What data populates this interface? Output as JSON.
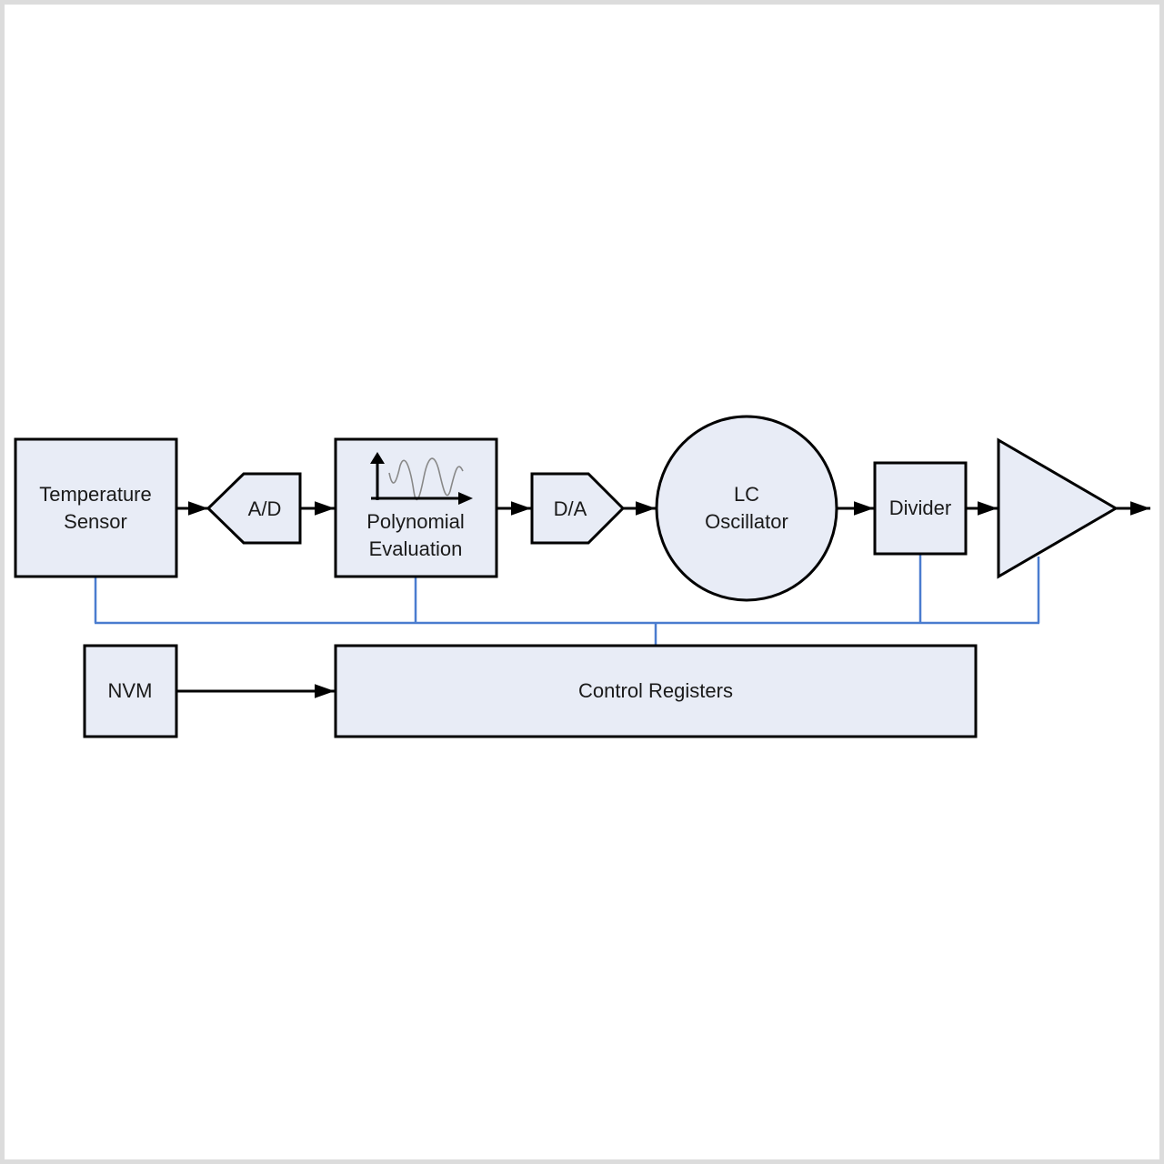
{
  "diagram": {
    "colors": {
      "block_fill": "#e8ecf6",
      "stroke": "#000000",
      "bus": "#4a7ccf",
      "frame_border": "#dcdcdc"
    },
    "blocks": {
      "temperature_sensor": [
        "Temperature",
        "Sensor"
      ],
      "adc": "A/D",
      "polynomial_evaluation": [
        "Polynomial",
        "Evaluation"
      ],
      "dac": "D/A",
      "lc_oscillator": [
        "LC",
        "Oscillator"
      ],
      "divider": "Divider",
      "amplifier": "",
      "nvm": "NVM",
      "control_registers": "Control Registers"
    },
    "signal_flow": [
      "Temperature Sensor",
      "A/D",
      "Polynomial Evaluation",
      "D/A",
      "LC Oscillator",
      "Divider",
      "Amplifier",
      "Output"
    ],
    "control_bus_connections": [
      "Temperature Sensor",
      "Polynomial Evaluation",
      "Divider",
      "Amplifier",
      "Control Registers"
    ],
    "nvm_link": [
      "NVM",
      "Control Registers"
    ]
  }
}
